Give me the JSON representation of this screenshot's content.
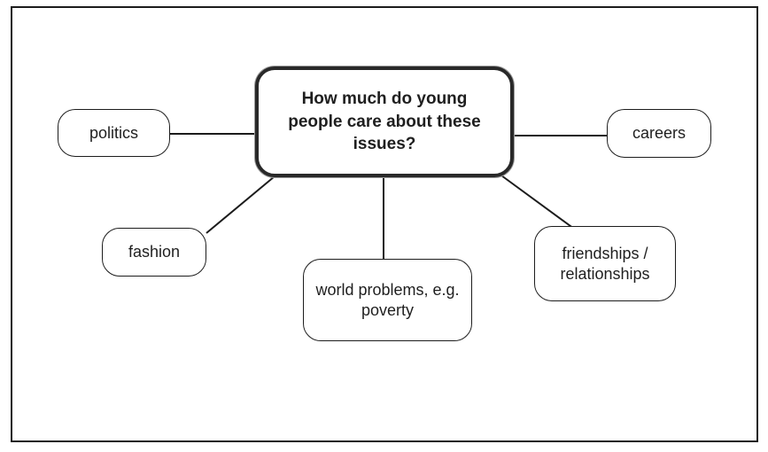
{
  "diagram": {
    "type": "mind-map",
    "center": {
      "label": "How much do young people care about these issues?"
    },
    "nodes": [
      {
        "id": "politics",
        "label": "politics"
      },
      {
        "id": "careers",
        "label": "careers"
      },
      {
        "id": "fashion",
        "label": "fashion"
      },
      {
        "id": "world-problems",
        "label": "world problems, e.g. poverty"
      },
      {
        "id": "friendships",
        "label": "friendships / relationships"
      }
    ],
    "colors": {
      "line": "#1c1c1c",
      "node_border": "#1c1c1c",
      "center_border": "#292929",
      "background": "#ffffff",
      "text": "#1f1f1f"
    }
  }
}
